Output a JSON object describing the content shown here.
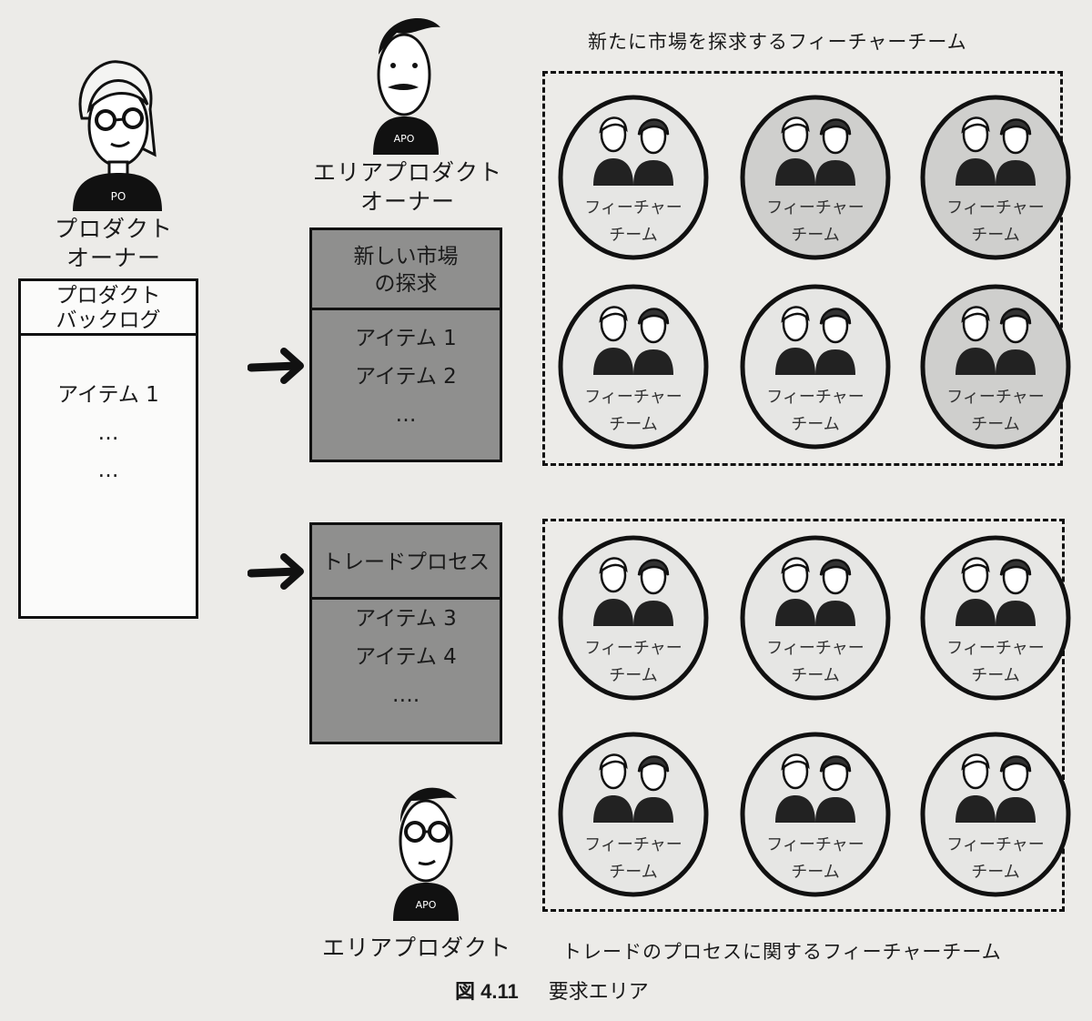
{
  "product_owner": {
    "badge": "PO",
    "label_line1": "プロダクト",
    "label_line2": "オーナー"
  },
  "area_owner_top": {
    "badge": "APO",
    "label_line1": "エリアプロダクト",
    "label_line2": "オーナー"
  },
  "area_owner_bottom": {
    "badge": "APO",
    "label": "エリアプロダクト"
  },
  "backlog": {
    "header_line1": "プロダクト",
    "header_line2": "バックログ",
    "items": [
      "アイテム 1",
      "…",
      "…"
    ]
  },
  "area_new_market": {
    "header_line1": "新しい市場",
    "header_line2": "の探求",
    "items": [
      "アイテム 1",
      "アイテム 2",
      "…"
    ]
  },
  "area_trade": {
    "header": "トレードプロセス",
    "items": [
      "アイテム 3",
      "アイテム 4",
      "…."
    ]
  },
  "group_top_title": "新たに市場を探求するフィーチャーチーム",
  "group_bottom_title": "トレードのプロセスに関するフィーチャーチーム",
  "team_label_line1": "フィーチャー",
  "team_label_line2": "チーム",
  "figure_caption": {
    "number": "図 4.11",
    "title": "要求エリア"
  },
  "colors": {
    "area_box_fill": "#8f8f8e",
    "circle_fill_light": "#e6e6e4",
    "circle_fill_gray": "#cfcfcd"
  }
}
